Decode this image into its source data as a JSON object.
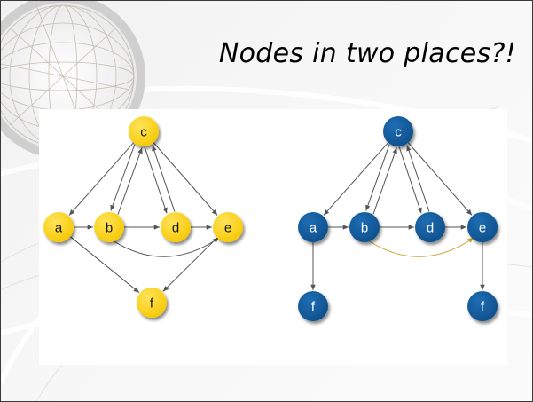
{
  "slide": {
    "title": "Nodes in two places?!"
  },
  "colors": {
    "left_node_fill": "#f6c700",
    "left_node_label": "#1a1a1a",
    "right_node_fill": "#0d4f8a",
    "right_node_label": "#ffffff",
    "edge": "#555555",
    "highlight_edge": "#c9a227"
  },
  "graphs": [
    {
      "id": "left",
      "style": "yellow",
      "nodes": [
        {
          "id": "c",
          "label": "c"
        },
        {
          "id": "a",
          "label": "a"
        },
        {
          "id": "b",
          "label": "b"
        },
        {
          "id": "d",
          "label": "d"
        },
        {
          "id": "e",
          "label": "e"
        },
        {
          "id": "f",
          "label": "f"
        }
      ],
      "edges": [
        {
          "from": "c",
          "to": "a"
        },
        {
          "from": "c",
          "to": "b"
        },
        {
          "from": "b",
          "to": "c"
        },
        {
          "from": "c",
          "to": "d"
        },
        {
          "from": "d",
          "to": "c"
        },
        {
          "from": "c",
          "to": "e"
        },
        {
          "from": "a",
          "to": "b"
        },
        {
          "from": "b",
          "to": "d"
        },
        {
          "from": "d",
          "to": "e"
        },
        {
          "from": "b",
          "to": "e",
          "curved": true
        },
        {
          "from": "a",
          "to": "f"
        },
        {
          "from": "e",
          "to": "f"
        }
      ]
    },
    {
      "id": "right",
      "style": "blue",
      "nodes": [
        {
          "id": "c",
          "label": "c"
        },
        {
          "id": "a",
          "label": "a"
        },
        {
          "id": "b",
          "label": "b"
        },
        {
          "id": "d",
          "label": "d"
        },
        {
          "id": "e",
          "label": "e"
        },
        {
          "id": "fa",
          "label": "f"
        },
        {
          "id": "fe",
          "label": "f"
        }
      ],
      "edges": [
        {
          "from": "c",
          "to": "a"
        },
        {
          "from": "c",
          "to": "b"
        },
        {
          "from": "b",
          "to": "c"
        },
        {
          "from": "c",
          "to": "d"
        },
        {
          "from": "d",
          "to": "c"
        },
        {
          "from": "c",
          "to": "e"
        },
        {
          "from": "a",
          "to": "b"
        },
        {
          "from": "b",
          "to": "d"
        },
        {
          "from": "d",
          "to": "e"
        },
        {
          "from": "b",
          "to": "e",
          "curved": true,
          "highlight": true
        },
        {
          "from": "a",
          "to": "fa"
        },
        {
          "from": "e",
          "to": "fe"
        }
      ]
    }
  ]
}
